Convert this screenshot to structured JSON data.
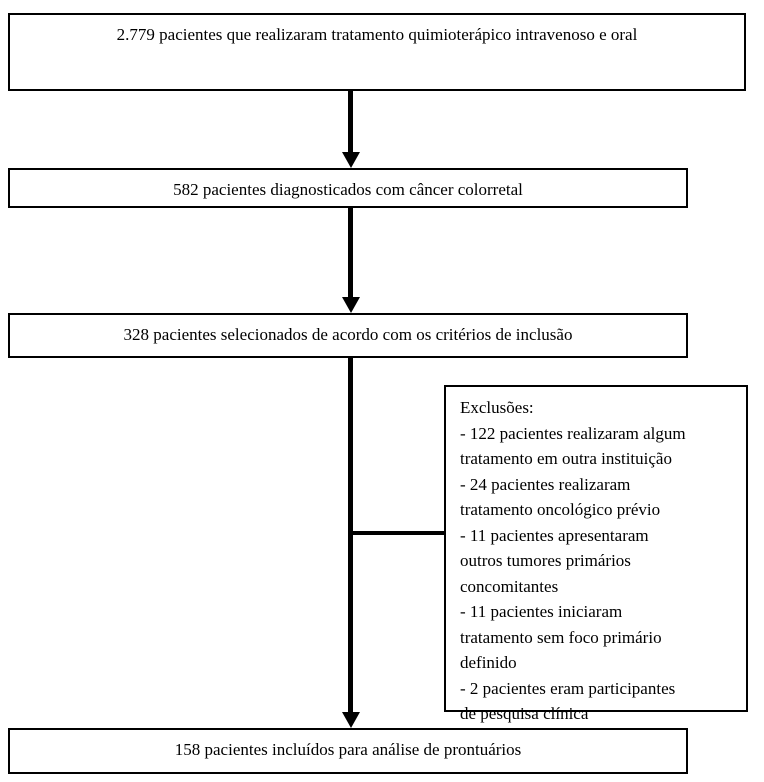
{
  "diagram": {
    "type": "flowchart",
    "title_text_language": "pt-BR",
    "colors": {
      "stroke": "#000000",
      "fill": "#ffffff",
      "text": "#000000"
    },
    "nodes": {
      "screened": {
        "label": "2.779 pacientes que realizaram tratamento quimioterápico intravenoso e oral",
        "count": 2779
      },
      "diagnosed": {
        "label": "582 pacientes diagnosticados com câncer colorretal",
        "count": 582
      },
      "selected": {
        "label": "328 pacientes selecionados de acordo com os critérios de inclusão",
        "count": 328
      },
      "included": {
        "label": "158 pacientes incluídos para análise de prontuários",
        "count": 158
      }
    },
    "exclusions": {
      "heading": "Exclusões:",
      "lines": [
        "Exclusões:",
        "- 122 pacientes realizaram algum",
        "tratamento em outra instituição",
        "- 24 pacientes realizaram",
        "tratamento oncológico prévio",
        "- 11 pacientes apresentaram",
        "outros tumores primários",
        "concomitantes",
        "- 11 pacientes iniciaram",
        "tratamento sem foco primário",
        "definido",
        "- 2 pacientes eram participantes",
        "de pesquisa clínica"
      ],
      "items": [
        {
          "count": 122,
          "reason": "pacientes realizaram algum tratamento em outra instituição"
        },
        {
          "count": 24,
          "reason": "pacientes realizaram tratamento oncológico prévio"
        },
        {
          "count": 11,
          "reason": "pacientes apresentaram outros tumores primários concomitantes"
        },
        {
          "count": 11,
          "reason": "pacientes iniciaram tratamento sem foco primário definido"
        },
        {
          "count": 2,
          "reason": "pacientes eram participantes de pesquisa clínica"
        }
      ]
    },
    "connectors": [
      {
        "name": "screened-to-diagnosed",
        "icon": "down-arrow-icon"
      },
      {
        "name": "diagnosed-to-selected",
        "icon": "down-arrow-icon"
      },
      {
        "name": "selected-to-included",
        "icon": "down-arrow-icon"
      },
      {
        "name": "selected-to-exclusions",
        "icon": "horizontal-line-icon"
      }
    ]
  }
}
